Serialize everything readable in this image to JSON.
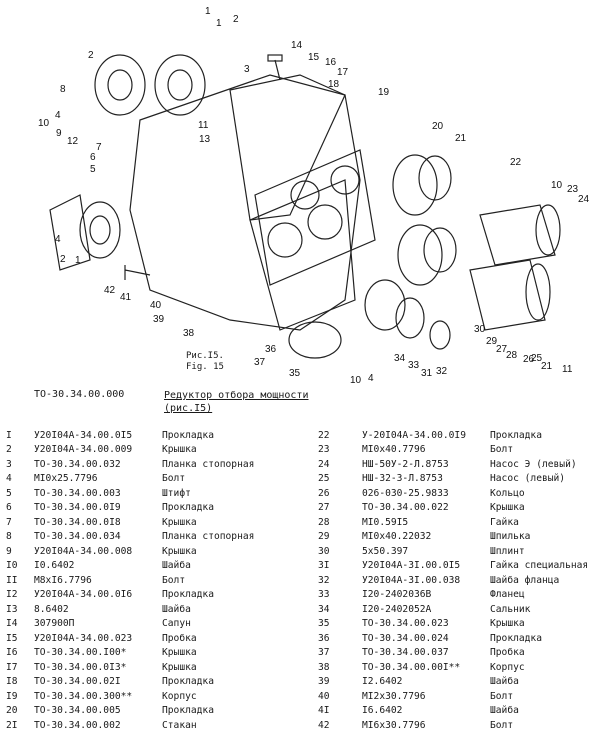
{
  "figure": {
    "caption_ru": "Рис.I5.",
    "caption_en": "Fig. 15",
    "callouts": [
      "1",
      "1",
      "2",
      "2",
      "3",
      "4",
      "4",
      "5",
      "6",
      "7",
      "8",
      "9",
      "10",
      "10",
      "11",
      "12",
      "13",
      "14",
      "15",
      "16",
      "17",
      "18",
      "19",
      "20",
      "21",
      "22",
      "23",
      "24",
      "25",
      "26",
      "27",
      "28",
      "29",
      "30",
      "31",
      "32",
      "33",
      "34",
      "35",
      "36",
      "37",
      "38",
      "39",
      "40",
      "41",
      "42",
      "2",
      "1",
      "11",
      "10",
      "4",
      "21"
    ]
  },
  "assembly": {
    "designation": "ТО-30.34.00.000",
    "title": "Редуктор отбора мощности (рис.I5)"
  },
  "parts_left": [
    {
      "n": "I",
      "des": "У20I04А-34.00.0I5",
      "name": "Прокладка"
    },
    {
      "n": "2",
      "des": "У20I04А-34.00.009",
      "name": "Крышка"
    },
    {
      "n": "3",
      "des": "ТО-30.34.00.032",
      "name": "Планка стопорная"
    },
    {
      "n": "4",
      "des": "МI0х25.7796",
      "name": "Болт"
    },
    {
      "n": "5",
      "des": "ТО-30.34.00.003",
      "name": "Штифт"
    },
    {
      "n": "6",
      "des": "ТО-30.34.00.0I9",
      "name": "Прокладка"
    },
    {
      "n": "7",
      "des": "ТО-30.34.00.0I8",
      "name": "Крышка"
    },
    {
      "n": "8",
      "des": "ТО-30.34.00.034",
      "name": "Планка стопорная"
    },
    {
      "n": "9",
      "des": "У20I04А-34.00.008",
      "name": "Крышка"
    },
    {
      "n": "I0",
      "des": "I0.6402",
      "name": "Шайба"
    },
    {
      "n": "II",
      "des": "М8хI6.7796",
      "name": "Болт"
    },
    {
      "n": "I2",
      "des": "У20I04А-34.00.0I6",
      "name": "Прокладка"
    },
    {
      "n": "I3",
      "des": "8.6402",
      "name": "Шайба"
    },
    {
      "n": "I4",
      "des": "307900П",
      "name": "Сапун"
    },
    {
      "n": "I5",
      "des": "У20I04А-34.00.023",
      "name": "Пробка"
    },
    {
      "n": "I6",
      "des": "ТО-30.34.00.I00*",
      "name": "Крышка"
    },
    {
      "n": "I7",
      "des": "ТО-30.34.00.0I3*",
      "name": "Крышка"
    },
    {
      "n": "I8",
      "des": "ТО-30.34.00.02I",
      "name": "Прокладка"
    },
    {
      "n": "I9",
      "des": "ТО-30.34.00.300**",
      "name": "Корпус"
    },
    {
      "n": "20",
      "des": "ТО-30.34.00.005",
      "name": "Прокладка"
    },
    {
      "n": "2I",
      "des": "ТО-30.34.00.002",
      "name": "Стакан"
    }
  ],
  "parts_right": [
    {
      "n": "22",
      "des": "У-20I04А-34.00.0I9",
      "name": "Прокладка"
    },
    {
      "n": "23",
      "des": "МI0х40.7796",
      "name": "Болт"
    },
    {
      "n": "24",
      "des": "НШ-50У-2-Л.8753",
      "name": "Насос Э (левый)"
    },
    {
      "n": "25",
      "des": "НШ-32-3-Л.8753",
      "name": "Насос (левый)"
    },
    {
      "n": "26",
      "des": "026-030-25.9833",
      "name": "Кольцо"
    },
    {
      "n": "27",
      "des": "ТО-30.34.00.022",
      "name": "Крышка"
    },
    {
      "n": "28",
      "des": "МI0.59I5",
      "name": "Гайка"
    },
    {
      "n": "29",
      "des": "МI0х40.22032",
      "name": "Шпилька"
    },
    {
      "n": "30",
      "des": "5х50.397",
      "name": "Шплинт"
    },
    {
      "n": "3I",
      "des": "У20I04А-3I.00.0I5",
      "name": "Гайка специальная"
    },
    {
      "n": "32",
      "des": "У20I04А-3I.00.038",
      "name": "Шайба фланца"
    },
    {
      "n": "33",
      "des": "I20-2402036В",
      "name": "Фланец"
    },
    {
      "n": "34",
      "des": "I20-2402052А",
      "name": "Сальник"
    },
    {
      "n": "35",
      "des": "ТО-30.34.00.023",
      "name": "Крышка"
    },
    {
      "n": "36",
      "des": "ТО-30.34.00.024",
      "name": "Прокладка"
    },
    {
      "n": "37",
      "des": "ТО-30.34.00.037",
      "name": "Пробка"
    },
    {
      "n": "38",
      "des": "ТО-30.34.00.00I**",
      "name": "Корпус"
    },
    {
      "n": "39",
      "des": "I2.6402",
      "name": "Шайба"
    },
    {
      "n": "40",
      "des": "МI2х30.7796",
      "name": "Болт"
    },
    {
      "n": "4I",
      "des": "I6.6402",
      "name": "Шайба"
    },
    {
      "n": "42",
      "des": "МI6х30.7796",
      "name": "Болт"
    }
  ]
}
